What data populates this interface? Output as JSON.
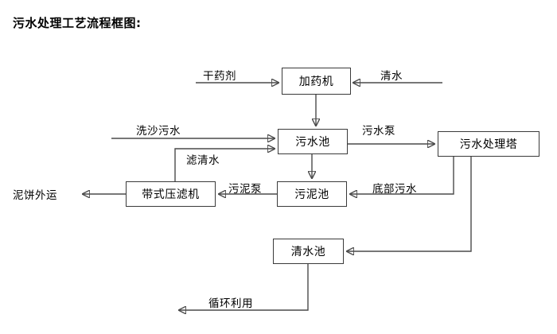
{
  "title": "污水处理工艺流程框图:",
  "nodes": [
    {
      "id": "dosing",
      "label": "加药机"
    },
    {
      "id": "wastewater_pool",
      "label": "污水池"
    },
    {
      "id": "treatment_tower",
      "label": "污水处理塔"
    },
    {
      "id": "belt_filter_press",
      "label": "带式压滤机"
    },
    {
      "id": "sludge_pool",
      "label": "污泥池"
    },
    {
      "id": "clear_water_pool",
      "label": "清水池"
    }
  ],
  "edge_labels": [
    {
      "id": "dry_reagent",
      "label": "干药剂"
    },
    {
      "id": "clean_water_in",
      "label": "清水"
    },
    {
      "id": "sand_wash_wastewater",
      "label": "洗沙污水"
    },
    {
      "id": "filtered_clear_water",
      "label": "滤清水"
    },
    {
      "id": "wastewater_pump",
      "label": "污水泵"
    },
    {
      "id": "sludge_pump",
      "label": "污泥泵"
    },
    {
      "id": "bottom_wastewater",
      "label": "底部污水"
    },
    {
      "id": "mud_cake_out",
      "label": "泥饼外运"
    },
    {
      "id": "recycle_use",
      "label": "循环利用"
    }
  ],
  "colors": {
    "background": "#ffffff",
    "stroke": "#4a4a4a",
    "box_border": "#3a3a3a",
    "text": "#000000"
  }
}
